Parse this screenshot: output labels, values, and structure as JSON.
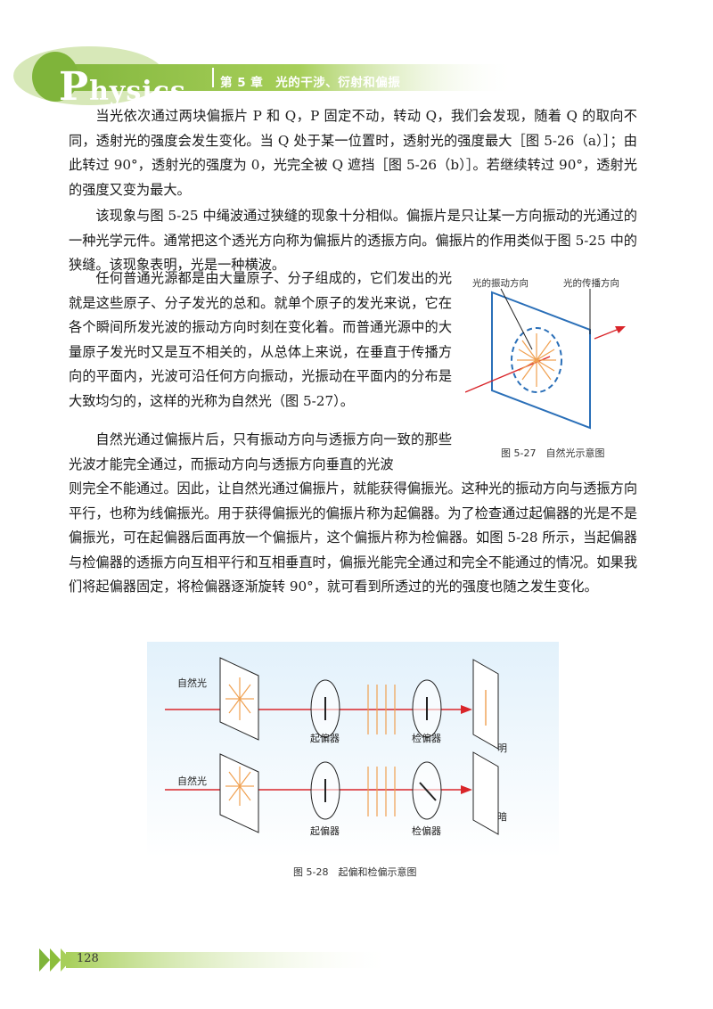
{
  "header": {
    "brand_initial": "P",
    "brand_rest": "hysics",
    "chapter": "第 5 章　光的干涉、衍射和偏振"
  },
  "paragraphs": {
    "p1": "当光依次通过两块偏振片 P 和 Q，P 固定不动，转动 Q，我们会发现，随着 Q 的取向不同，透射光的强度会发生变化。当 Q 处于某一位置时，透射光的强度最大［图 5-26（a）］；由此转过 90°，透射光的强度为 0，光完全被 Q 遮挡［图 5-26（b）］。若继续转过 90°，透射光的强度又变为最大。",
    "p2": "该现象与图 5-25 中绳波通过狭缝的现象十分相似。偏振片是只让某一方向振动的光通过的一种光学元件。通常把这个透光方向称为偏振片的透振方向。偏振片的作用类似于图 5-25 中的狭缝。该现象表明，光是一种横波。",
    "p3": "任何普通光源都是由大量原子、分子组成的，它们发出的光就是这些原子、分子发光的总和。就单个原子的发光来说，它在各个瞬间所发光波的振动方向时刻在变化着。而普通光源中的大量原子发光时又是互不相关的，从总体上来说，在垂直于传播方向的平面内，光波可沿任何方向振动，光振动在平面内的分布是大致均匀的，这样的光称为自然光（图 5-27）。",
    "p4a": "自然光通过偏振片后，只有振动方向与透振方向一致的那些光波才能完全通过，而振动方向与透振方向垂直的光波",
    "p4b": "则完全不能通过。因此，让自然光通过偏振片，就能获得偏振光。这种光的振动方向与透振方向平行，也称为线偏振光。用于获得偏振光的偏振片称为起偏器。为了检查通过起偏器的光是不是偏振光，可在起偏器后面再放一个偏振片，这个偏振片称为检偏器。如图 5-28 所示，当起偏器与检偏器的透振方向互相平行和互相垂直时，偏振光能完全通过和完全不能通过的情况。如果我们将起偏器固定，将检偏器逐渐旋转 90°，就可看到所透过的光的强度也随之发生变化。"
  },
  "fig27": {
    "label_vibration": "光的振动方向",
    "label_propagation": "光的传播方向",
    "caption": "图 5-27　自然光示意图"
  },
  "fig28": {
    "natural_light_1": "自然光",
    "natural_light_2": "自然光",
    "polarizer_1": "起偏器",
    "analyzer_1": "检偏器",
    "polarizer_2": "起偏器",
    "analyzer_2": "检偏器",
    "bright": "明",
    "dark": "暗",
    "caption": "图 5-28　起偏和检偏示意图"
  },
  "footer": {
    "page_number": "128"
  },
  "colors": {
    "header_green": "#8dbe3c",
    "light_ray": "#d9252a",
    "vibration": "#f0a050",
    "screen_blue": "#2a6fb8"
  }
}
